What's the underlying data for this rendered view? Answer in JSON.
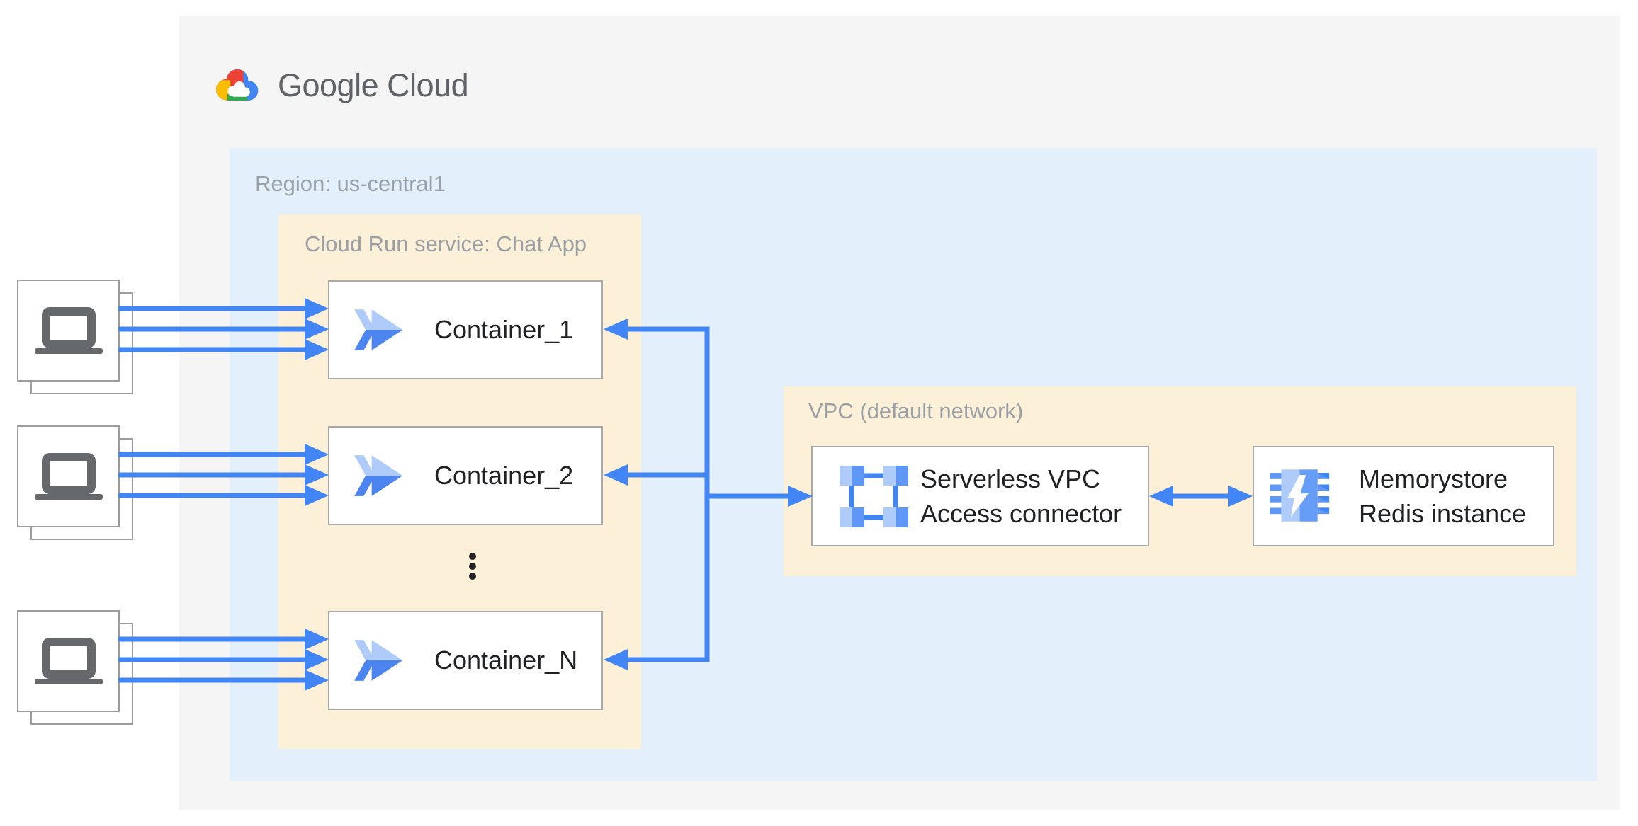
{
  "header": {
    "product": "Google Cloud",
    "logo": "google-cloud-logo"
  },
  "region": {
    "label": "Region: us-central1"
  },
  "cloud_run_zone": {
    "label": "Cloud Run service: Chat App",
    "containers": [
      {
        "label": "Container_1",
        "icon": "cloud-run-icon"
      },
      {
        "label": "Container_2",
        "icon": "cloud-run-icon"
      },
      {
        "label": "Container_N",
        "icon": "cloud-run-icon"
      }
    ],
    "ellipsis": "⋮"
  },
  "vpc_zone": {
    "label": "VPC (default network)",
    "nodes": [
      {
        "label": "Serverless VPC\nAccess connector",
        "icon": "serverless-vpc-access-connector-icon"
      },
      {
        "label": "Memorystore\nRedis instance",
        "icon": "memorystore-redis-icon"
      }
    ]
  },
  "clients": {
    "count": 3,
    "icon": "laptop-icon",
    "arrows_per_client": 3
  },
  "colors": {
    "arrow-blue": "#4285F4",
    "panel-gray": "#F5F5F6",
    "region-blue": "#E3F0FB",
    "zone-yellow": "#FCF1D8",
    "box-border": "#A9A9A9",
    "card-border": "#9B9DA0",
    "label-gray": "#9AA0A6",
    "text-dark": "#202124",
    "wordmark-gray": "#5F6368",
    "icon-light": "#AECBFA",
    "icon-deep": "#4C85F0",
    "icon-medium": "#5E97F6",
    "icon-rail": "#4285F4",
    "mem-dark": "#669DF6",
    "device-gray": "#66696C",
    "logo-red": "#EA4335",
    "logo-yellow": "#FBBC04",
    "logo-green": "#34A853",
    "logo-blue": "#4285F4"
  }
}
